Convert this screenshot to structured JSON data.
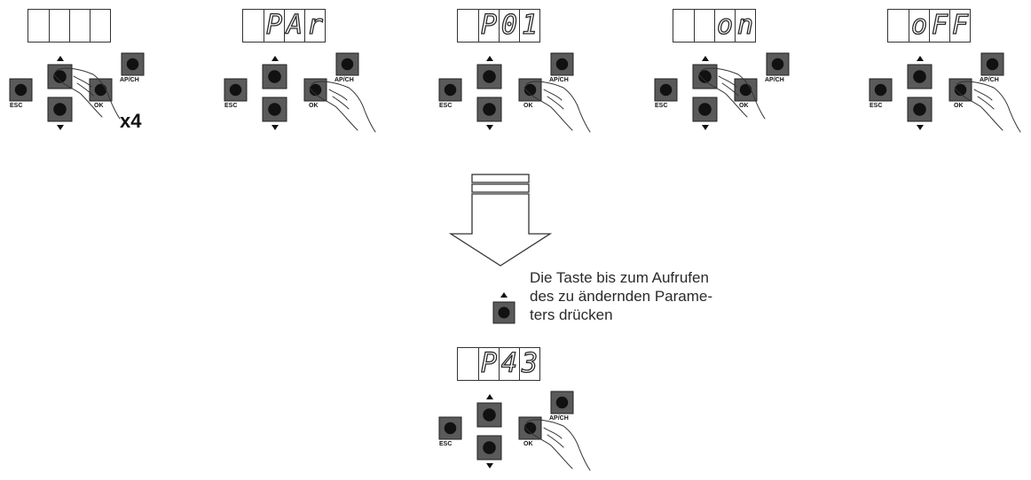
{
  "panels": [
    {
      "id": "p1",
      "display": [
        "",
        "",
        "",
        ""
      ],
      "pressed": "up",
      "note": "x4"
    },
    {
      "id": "p2",
      "display": [
        "",
        "P",
        "A",
        "r"
      ],
      "pressed": "ok"
    },
    {
      "id": "p3",
      "display": [
        "",
        "P",
        "0",
        "1"
      ],
      "pressed": "ok"
    },
    {
      "id": "p4",
      "display": [
        "",
        "",
        "o",
        "n"
      ],
      "pressed": "up"
    },
    {
      "id": "p5",
      "display": [
        "",
        "o",
        "F",
        "F"
      ],
      "pressed": "ok"
    },
    {
      "id": "p6",
      "display": [
        "",
        "P",
        "4",
        "3"
      ],
      "pressed": "ok"
    }
  ],
  "labels": {
    "esc": "ESC",
    "ok": "OK",
    "apch": "AP/CH"
  },
  "instruction": {
    "lines": [
      "Die Taste bis zum Aufrufen",
      "des zu ändernden Parame-",
      "ters drücken"
    ]
  },
  "colors": {
    "ink": "#2a2a2a",
    "button": "#5a5a5a"
  }
}
